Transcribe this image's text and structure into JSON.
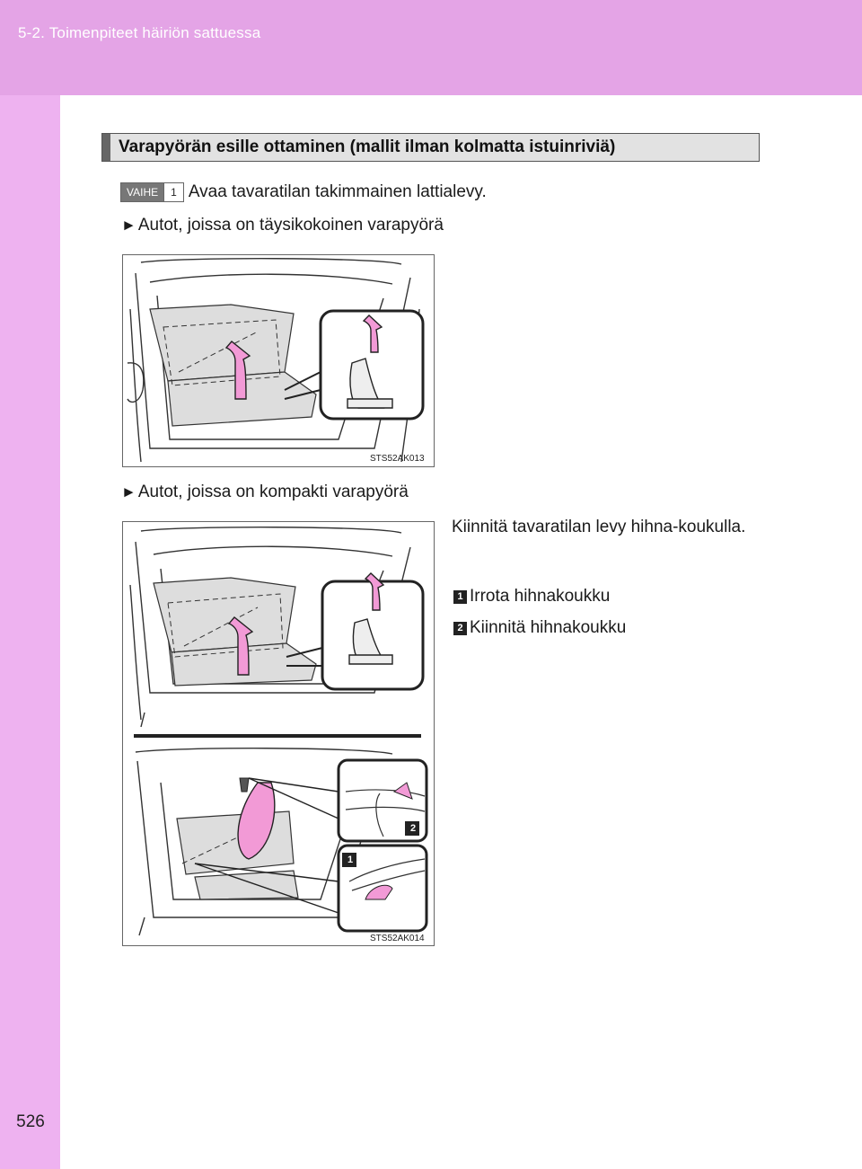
{
  "header": {
    "breadcrumb": "5-2. Toimenpiteet häiriön sattuessa"
  },
  "page_number": "526",
  "section": {
    "title": "Varapyörän esille ottaminen (mallit ilman kolmatta istuinriviä)"
  },
  "step": {
    "badge_word": "VAIHE",
    "badge_number": "1",
    "text": "Avaa tavaratilan takimmainen lattialevy."
  },
  "bullets": [
    {
      "marker": "►",
      "text": "Autot, joissa on täysikokoinen varapyörä"
    },
    {
      "marker": "►",
      "text": "Autot, joissa on kompakti varapyörä"
    }
  ],
  "figures": [
    {
      "code": "STS52AK013"
    },
    {
      "code": "STS52AK014",
      "callouts": [
        "1",
        "2"
      ]
    }
  ],
  "instruction": "Kiinnitä tavaratilan levy hihna-koukulla.",
  "numbered_items": [
    {
      "number": "1",
      "text": "Irrota hihnakoukku"
    },
    {
      "number": "2",
      "text": "Kiinnitä hihnakoukku"
    }
  ],
  "colors": {
    "header_bar": "#e4a4e6",
    "side_strip": "#eeb2f0",
    "arrow": "#f29ad6",
    "section_bg": "#e2e2e2"
  }
}
